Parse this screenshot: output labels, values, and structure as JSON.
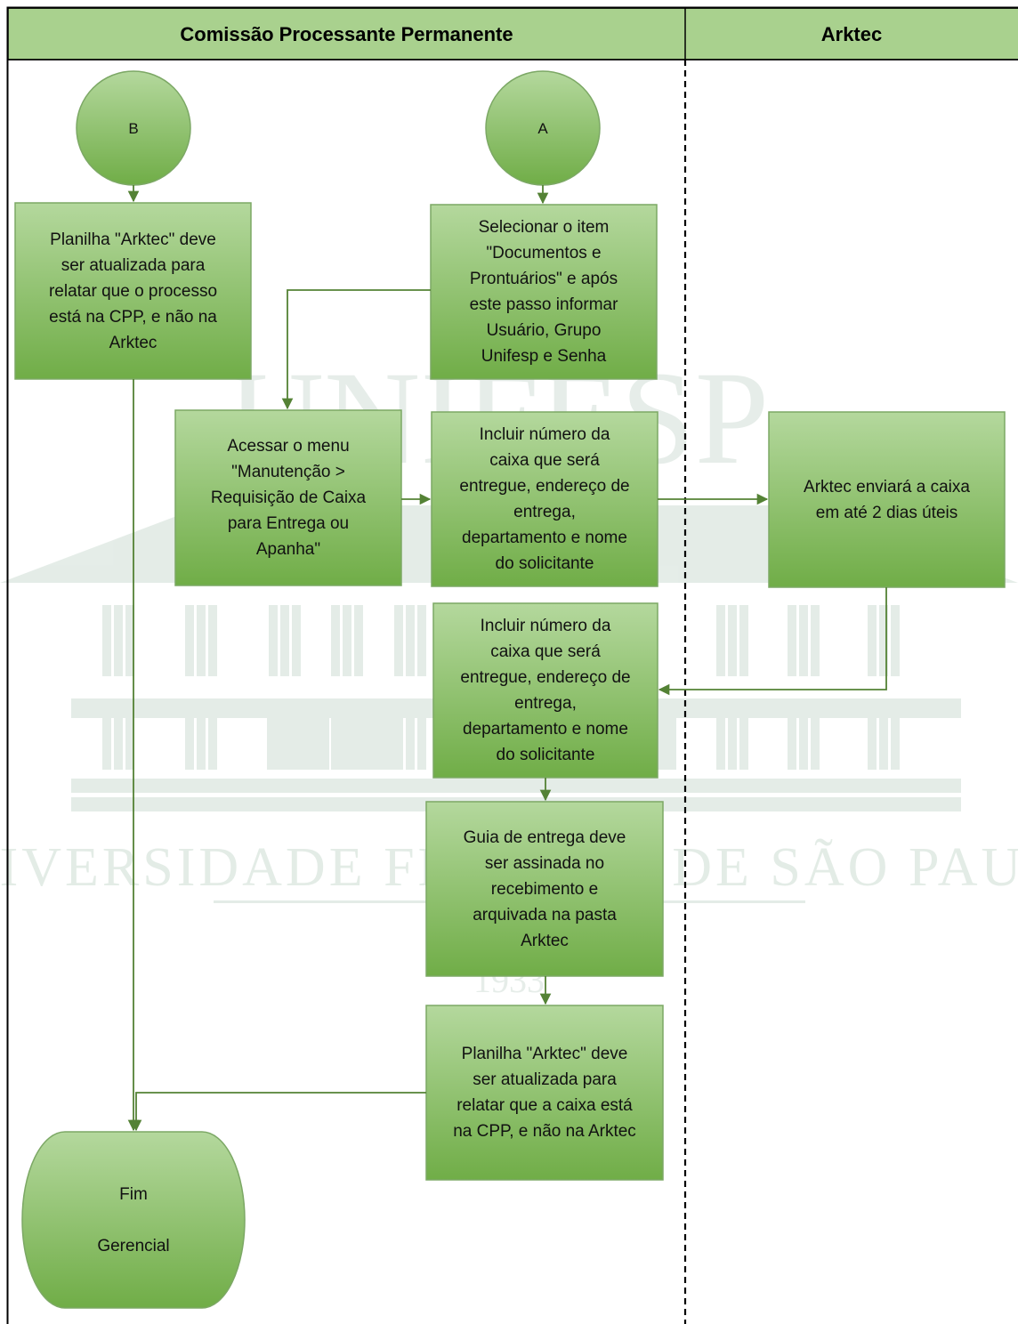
{
  "lanes": {
    "left_title": "Comissão Processante Permanente",
    "right_title": "Arktec"
  },
  "watermark": {
    "logo_text": "UNIFESP",
    "university": "UNIVERSIDADE FEDERAL DE SÃO PAULO",
    "year": "1933"
  },
  "connectors": {
    "b": "B",
    "a": "A"
  },
  "steps": {
    "planilha_processo": "Planilha \"Arktec\" deve\nser atualizada para\nrelatar que o processo\nestá na CPP, e não na\nArktec",
    "selecionar_item": "Selecionar o item\n\"Documentos e\nProntuários\" e após\neste passo informar\nUsuário, Grupo\nUnifesp e Senha",
    "acessar_menu": "Acessar o menu\n\"Manutenção >\nRequisição de Caixa\npara Entrega ou\nApanha\"",
    "incluir_numero_1": "Incluir número da\ncaixa que será\nentregue, endereço de\nentrega,\ndepartamento e nome\ndo solicitante",
    "arktec_enviara": "Arktec enviará a caixa\nem até 2 dias úteis",
    "incluir_numero_2": "Incluir número da\ncaixa que será\nentregue, endereço de\nentrega,\ndepartamento e nome\ndo solicitante",
    "guia_entrega": "Guia de entrega deve\nser assinada no\nrecebimento e\narquivada na pasta\nArktec",
    "planilha_caixa": "Planilha \"Arktec\" deve\nser atualizada para\nrelatar que a caixa está\nna CPP, e não na Arktec"
  },
  "terminal": {
    "line1": "Fim",
    "line2": "Gerencial"
  },
  "colors": {
    "header_fill": "#a9d18e",
    "shape_light": "#a9d18e",
    "shape_dark": "#70ad47",
    "stroke": "#548235",
    "watermark": "#e3ece6"
  }
}
